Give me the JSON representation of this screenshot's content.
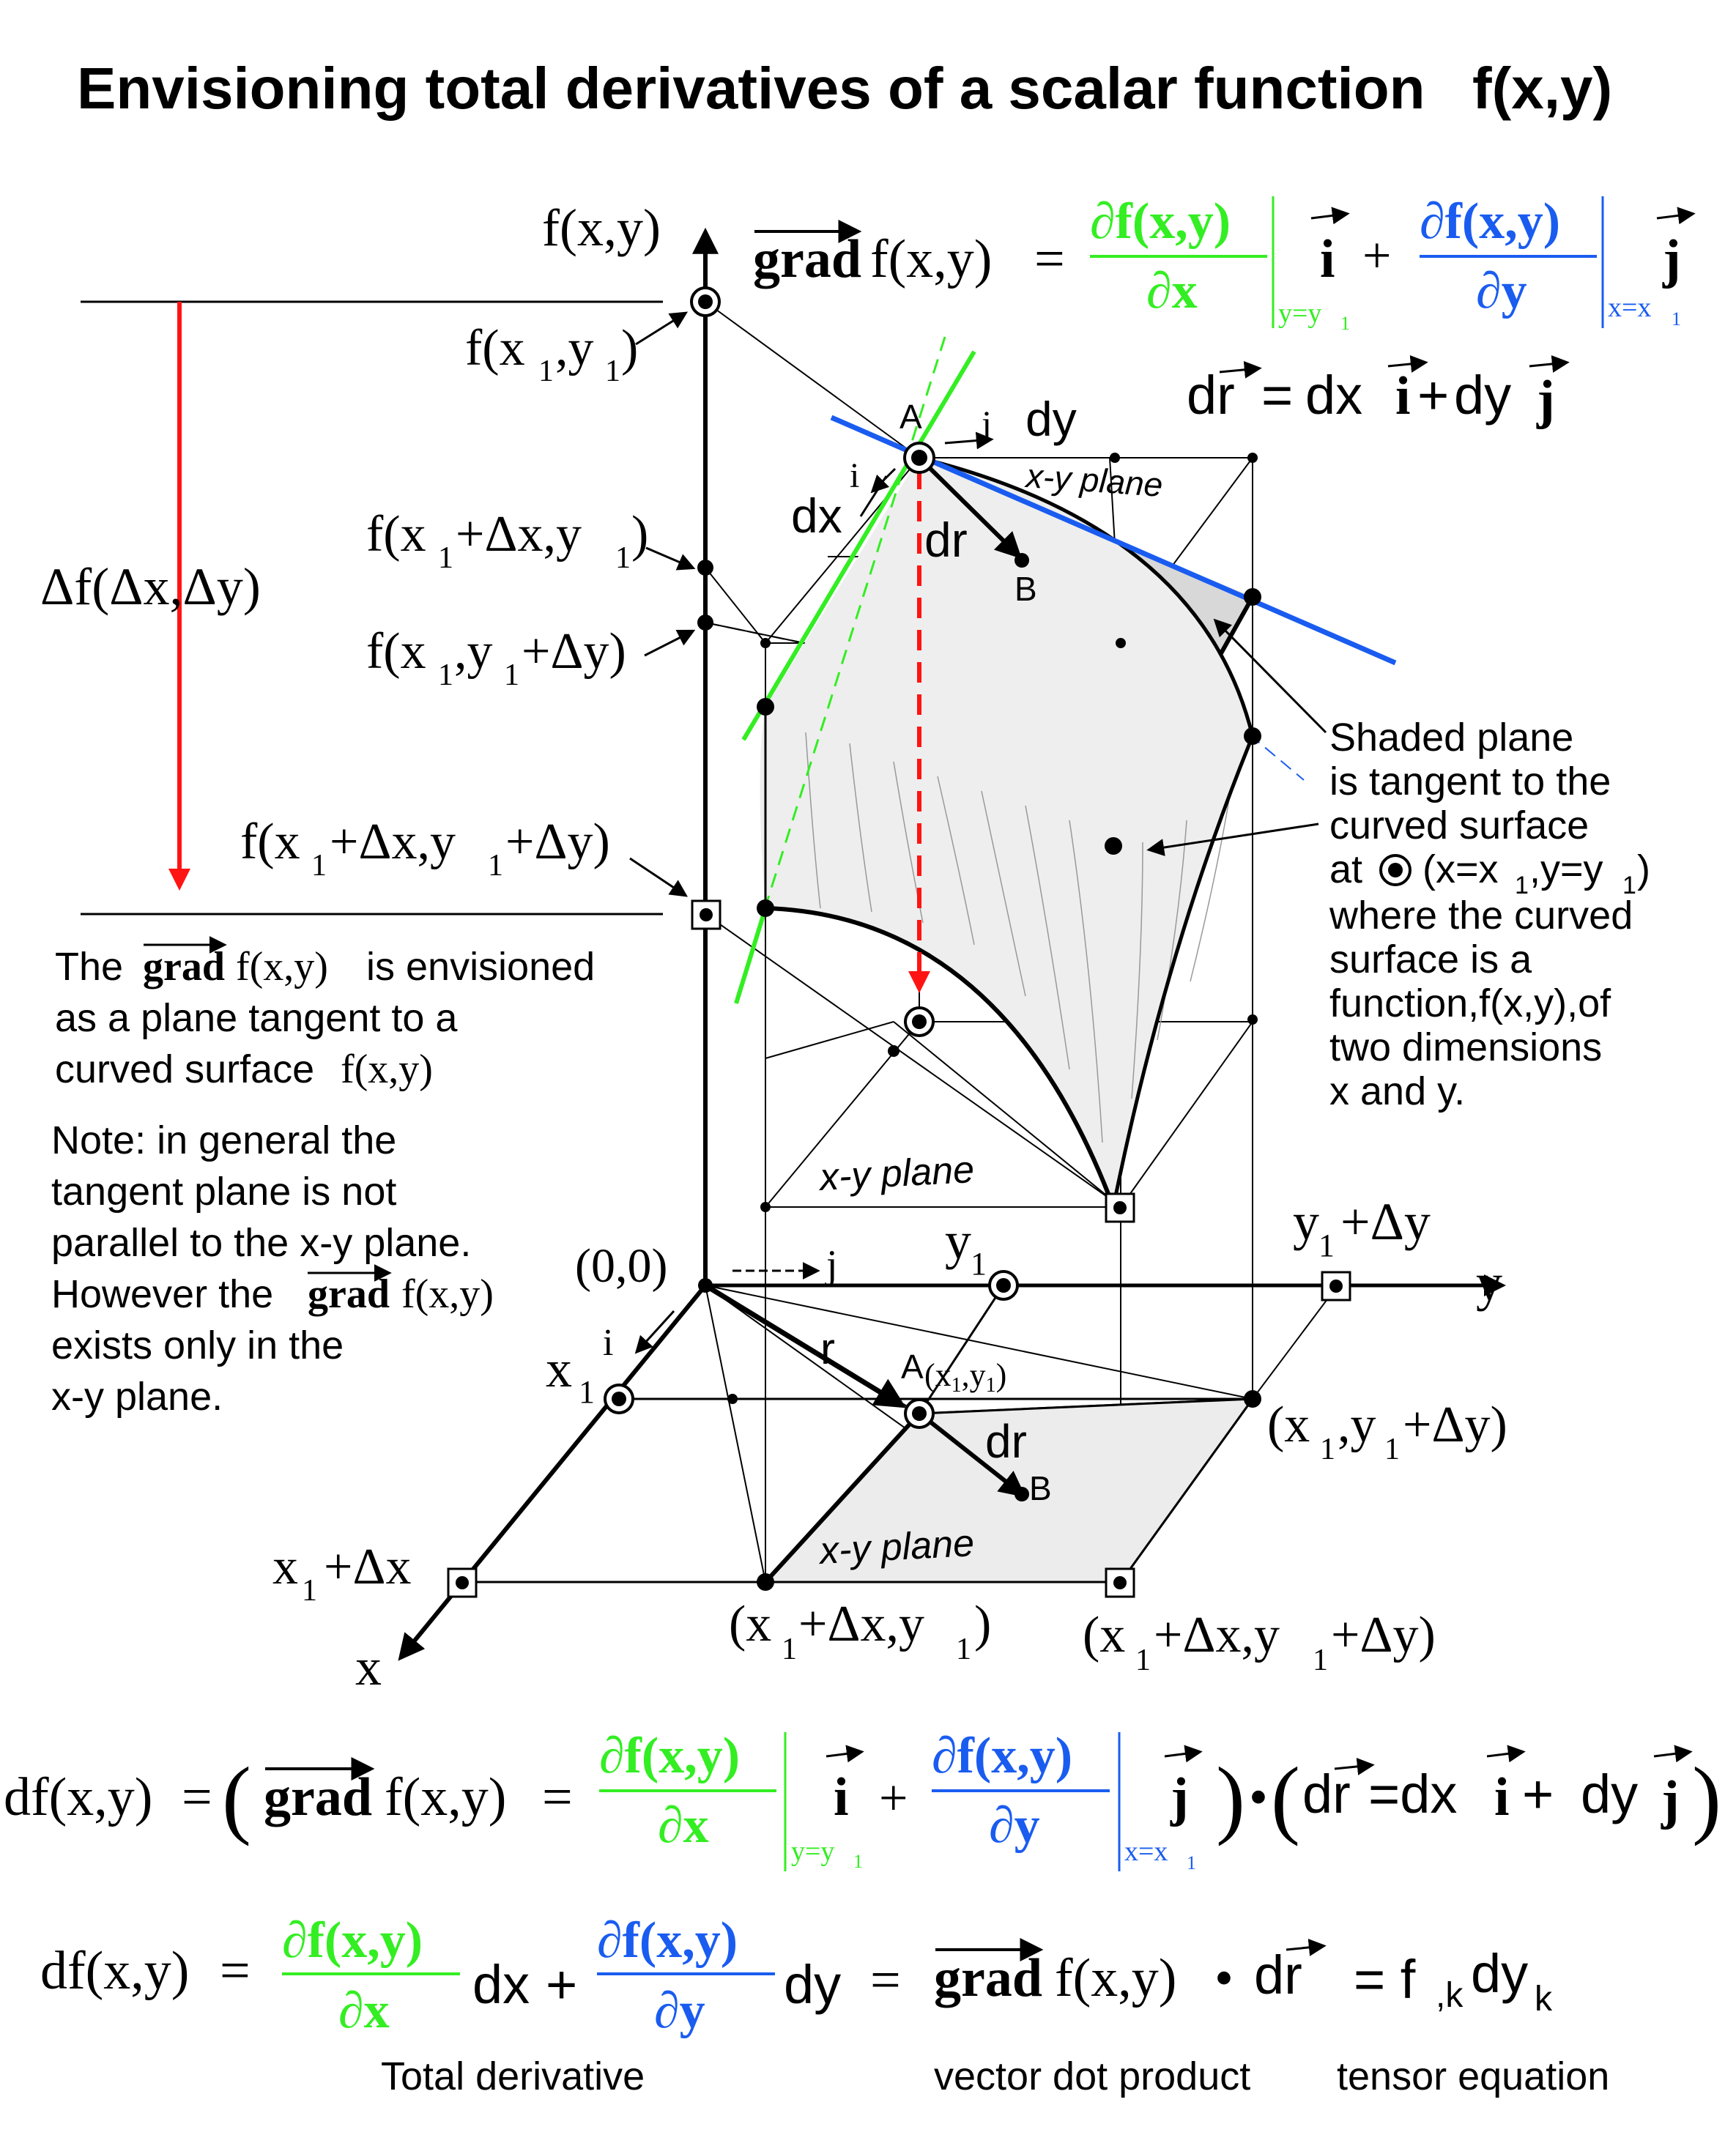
{
  "title": "Envisioning total derivatives of a scalar function",
  "title_fn": "f(x,y)",
  "colors": {
    "green": "#33ee22",
    "blue": "#1a5cf0",
    "red": "#ff1414",
    "shade": "#d8d8d8"
  },
  "axes": {
    "f_axis": "f(x,y)",
    "x_axis": "x",
    "y_axis": "y",
    "origin": "(0,0)"
  },
  "grad_eq": {
    "lhs": "f(x,y)",
    "grad": "grad",
    "eq": "=",
    "partial_x_num": "∂f(x,y)",
    "partial_x_den": "∂x",
    "eval_y": "y=y",
    "sub1": "1",
    "i_vec": "i",
    "plus": "+",
    "partial_y_num": "∂f(x,y)",
    "partial_y_den": "∂y",
    "eval_x": "x=x",
    "j_vec": "j"
  },
  "dr_eq": {
    "dr": "dr",
    "eq": "=",
    "dx": "dx",
    "i": "i",
    "plus": "+",
    "dy": "dy",
    "j": "j"
  },
  "left_labels": {
    "f_x1_y1": "f(x",
    "f_x1dx_y1": "f(x",
    "f_x1_y1dy": "f(x",
    "f_x1dx_y1dy": "f(x",
    "delta_f": "Δf(Δx,Δy)"
  },
  "point_labels": {
    "A_top": "A",
    "B_top": "B",
    "A_bottom": "A",
    "B_bottom": "B",
    "dx": "dx",
    "dy": "dy",
    "dr": "dr",
    "i": "i",
    "j": "j",
    "r": "r",
    "plane_top": "x-y plane",
    "plane_mid": "x-y plane",
    "plane_bottom": "x-y plane"
  },
  "grid_labels": {
    "x1": "x",
    "x1dx": "x",
    "y1": "y",
    "y1dy": "y",
    "pt_x1y1": "(x",
    "pt_x1_y1dy": "(x",
    "pt_x1dx_y1": "(x",
    "pt_x1dx_y1dy": "(x"
  },
  "shaded_note": [
    "Shaded plane",
    "is tangent to the",
    "curved surface",
    "at",
    "(x=x",
    ",y=y",
    ")",
    "where the curved",
    "surface is a",
    "function,f(x,y),of",
    "two dimensions",
    "x and y."
  ],
  "grad_note": {
    "line1_a": "The",
    "line1_grad": "grad",
    "line1_fn": "f(x,y)",
    "line1_b": "is envisioned",
    "line2": "as a plane tangent to a",
    "line3_a": "curved surface",
    "line3_fn": "f(x,y)"
  },
  "general_note": {
    "line1": "Note: in general the",
    "line2": "tangent plane is not",
    "line3": "parallel to the x-y plane.",
    "line4_a": "However the",
    "line4_grad": "grad",
    "line4_fn": "f(x,y)",
    "line5": "exists only in the",
    "line6": "x-y plane."
  },
  "bottom_eq1": {
    "lhs": "df(x,y)",
    "eq": "=",
    "grad": "grad",
    "fn": "f(x,y)",
    "dot": "•",
    "dr": "dr",
    "rhs": "=dx",
    "dy": "dy"
  },
  "bottom_eq2": {
    "lhs": "df(x,y)",
    "eq": "=",
    "dx": "dx",
    "plus": "+",
    "dy": "dy",
    "eq2": "=",
    "grad": "grad",
    "fn": "f(x,y)",
    "dot": "•",
    "dr": "dr",
    "tensor": "= f",
    "tensor_sub": ",k",
    "tensor_dy": "dy",
    "tensor_dy_sub": "k"
  },
  "captions": {
    "total": "Total derivative",
    "vector": "vector dot product",
    "tensor": "tensor equation"
  }
}
